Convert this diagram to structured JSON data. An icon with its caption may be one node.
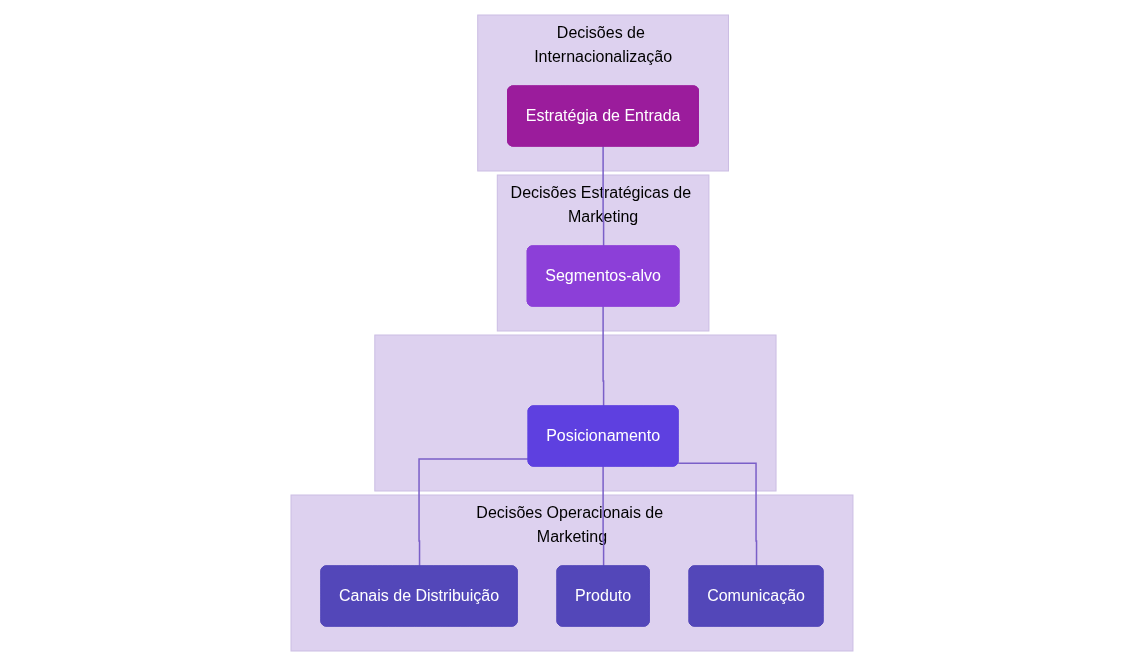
{
  "diagram": {
    "nodes": [
      {
        "text": [
          "Decisões de Internacionalização"
        ]
      },
      {
        "text": [
          "Estratégia de Entrada"
        ],
        "in": 0
      },
      {
        "text": [
          "Decisões Estratégicas de Marketing"
        ]
      },
      {
        "text": [
          "Segmentos-alvo"
        ],
        "in": 2
      },
      {
        "text": [],
        "shape": "band"
      },
      {
        "text": [
          "Posicionamento"
        ],
        "in": 4
      },
      {
        "text": [
          "Decisões Operacionais de Marketing"
        ]
      },
      {
        "text": [
          "Canais de Distribuição"
        ],
        "in": 6
      },
      {
        "text": [
          "Produto"
        ],
        "in": 6
      },
      {
        "text": [
          "Comunicação"
        ],
        "in": 6
      }
    ],
    "edges": [
      {
        "from": 1,
        "to": 3,
        "arrow": "none"
      },
      {
        "from": 3,
        "to": 5,
        "arrow": "none"
      },
      {
        "from": 5,
        "to": 7,
        "arrow": "none"
      },
      {
        "from": 5,
        "to": 8,
        "arrow": "none"
      },
      {
        "from": 5,
        "to": 9,
        "arrow": "none"
      }
    ]
  }
}
